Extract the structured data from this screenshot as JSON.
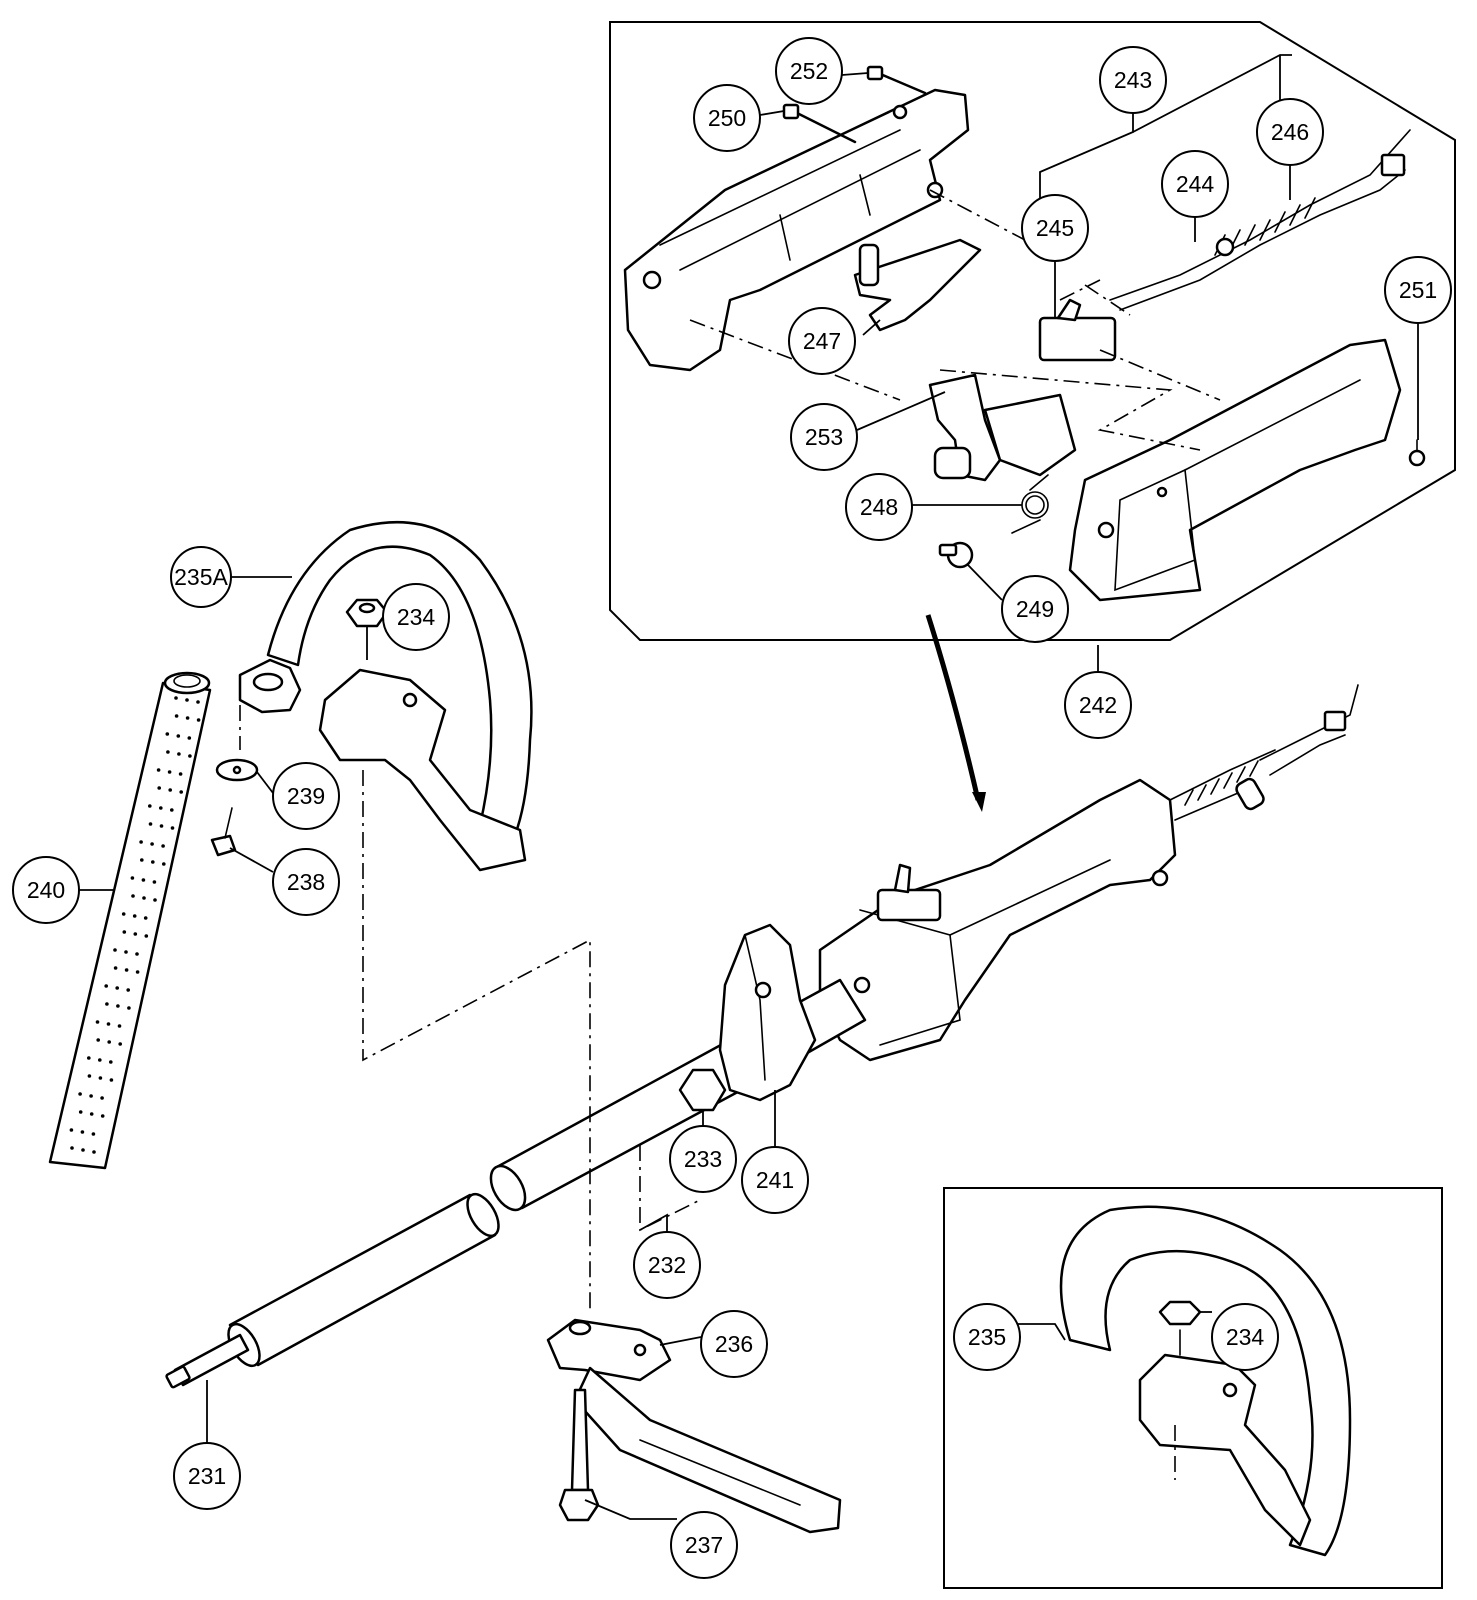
{
  "diagram": {
    "callouts": [
      {
        "id": "c252",
        "label": "252"
      },
      {
        "id": "c250",
        "label": "250"
      },
      {
        "id": "c243",
        "label": "243"
      },
      {
        "id": "c246",
        "label": "246"
      },
      {
        "id": "c244",
        "label": "244"
      },
      {
        "id": "c245",
        "label": "245"
      },
      {
        "id": "c251",
        "label": "251"
      },
      {
        "id": "c247",
        "label": "247"
      },
      {
        "id": "c253",
        "label": "253"
      },
      {
        "id": "c248",
        "label": "248"
      },
      {
        "id": "c249",
        "label": "249"
      },
      {
        "id": "c242",
        "label": "242"
      },
      {
        "id": "c235A",
        "label": "235A"
      },
      {
        "id": "c234a",
        "label": "234"
      },
      {
        "id": "c239",
        "label": "239"
      },
      {
        "id": "c238",
        "label": "238"
      },
      {
        "id": "c240",
        "label": "240"
      },
      {
        "id": "c233",
        "label": "233"
      },
      {
        "id": "c241",
        "label": "241"
      },
      {
        "id": "c232",
        "label": "232"
      },
      {
        "id": "c236",
        "label": "236"
      },
      {
        "id": "c231",
        "label": "231"
      },
      {
        "id": "c237",
        "label": "237"
      },
      {
        "id": "c235",
        "label": "235"
      },
      {
        "id": "c234b",
        "label": "234"
      }
    ]
  }
}
